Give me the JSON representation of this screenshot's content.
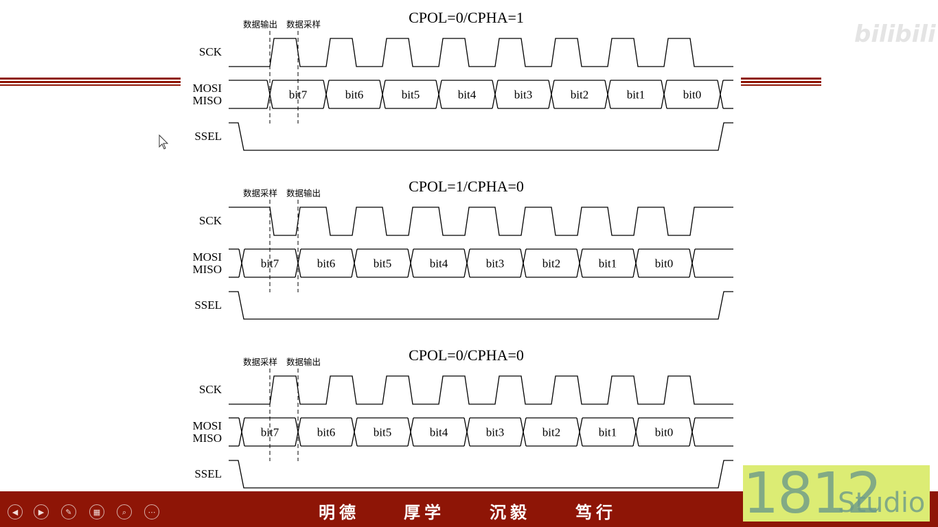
{
  "watermark": "bilibili",
  "labels": {
    "sck": "SCK",
    "mosi": "MOSI",
    "miso": "MISO",
    "ssel": "SSEL",
    "output": "数据输出",
    "sample": "数据采样"
  },
  "diagrams": [
    {
      "title": "CPOL=0/CPHA=1",
      "left_annotation": "数据输出",
      "right_annotation": "数据采样",
      "cpol": 0,
      "cpha": 1
    },
    {
      "title": "CPOL=1/CPHA=0",
      "left_annotation": "数据采样",
      "right_annotation": "数据输出",
      "cpol": 1,
      "cpha": 0
    },
    {
      "title": "CPOL=0/CPHA=0",
      "left_annotation": "数据采样",
      "right_annotation": "数据输出",
      "cpol": 0,
      "cpha": 0
    }
  ],
  "bits": [
    "bit7",
    "bit6",
    "bit5",
    "bit4",
    "bit3",
    "bit2",
    "bit1",
    "bit0"
  ],
  "motto": [
    "明德",
    "厚学",
    "沉毅",
    "笃行"
  ],
  "studio_logo": {
    "number": "1812",
    "word": "Studio"
  },
  "controls": [
    "previous-slide",
    "next-slide",
    "pen",
    "slide-sorter",
    "zoom",
    "more"
  ],
  "colors": {
    "bar": "#8e1506",
    "stripe": "#8e1506",
    "logo_bg": "#dcec74"
  }
}
